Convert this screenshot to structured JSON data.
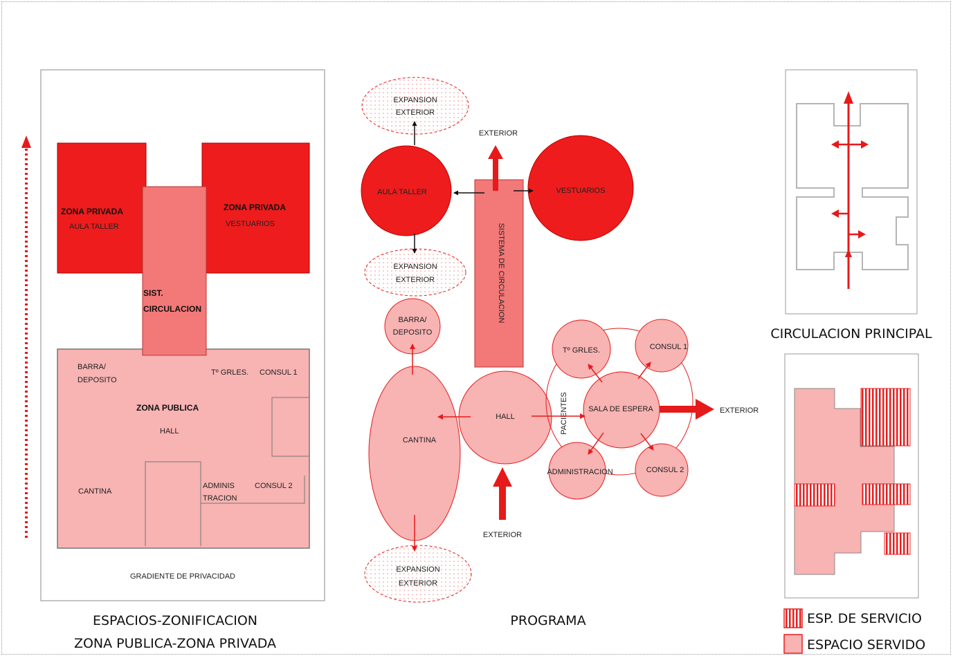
{
  "zoning": {
    "private_zone_left": "ZONA PRIVADA",
    "private_zone_left_sub": "AULA TALLER",
    "private_zone_right": "ZONA PRIVADA",
    "private_zone_right_sub": "VESTUARIOS",
    "circulation_line1": "SIST.",
    "circulation_line2": "CIRCULACION",
    "barra_line1": "BARRA/",
    "barra_line2": "DEPOSITO",
    "tgrles": "Tº GRLES.",
    "consul1": "CONSUL 1",
    "public_zone": "ZONA PUBLICA",
    "hall": "HALL",
    "cantina": "CANTINA",
    "adminis_line1": "ADMINIS",
    "adminis_line2": "TRACION",
    "consul2": "CONSUL 2",
    "gradient": "GRADIENTE DE PRIVACIDAD",
    "caption_line1": "ESPACIOS-ZONIFICACION",
    "caption_line2": "ZONA PUBLICA-ZONA PRIVADA"
  },
  "program": {
    "expansion_top_line1": "EXPANSION",
    "expansion_top_line2": "EXTERIOR",
    "exterior_top": "EXTERIOR",
    "aula_taller": "AULA TALLER",
    "vestuarios": "VESTUARIOS",
    "expansion_mid_line1": "EXPANSION",
    "expansion_mid_line2": "EXTERIOR",
    "sistema_circulacion": "SISTEMA DE CIRCULACION",
    "barra_line1": "BARRA/",
    "barra_line2": "DEPOSITO",
    "tgrles": "Tº GRLES.",
    "consul1": "CONSUL 1",
    "cantina": "CANTINA",
    "hall": "HALL",
    "pacientes": "PACIENTES",
    "sala_espera": "SALA DE ESPERA",
    "exterior_right": "EXTERIOR",
    "administracion": "ADMINISTRACION",
    "consul2": "CONSUL 2",
    "exterior_bottom": "EXTERIOR",
    "expansion_bottom_line1": "EXPANSION",
    "expansion_bottom_line2": "EXTERIOR",
    "caption": "PROGRAMA"
  },
  "circulation": {
    "caption": "CIRCULACION PRINCIPAL"
  },
  "legend": {
    "service": "ESP. DE SERVICIO",
    "served": "ESPACIO SERVIDO"
  },
  "colors": {
    "private": "#ee1c1c",
    "circulation": "#f37878",
    "public": "#f8b3b3",
    "arrow": "#e61a1a"
  }
}
